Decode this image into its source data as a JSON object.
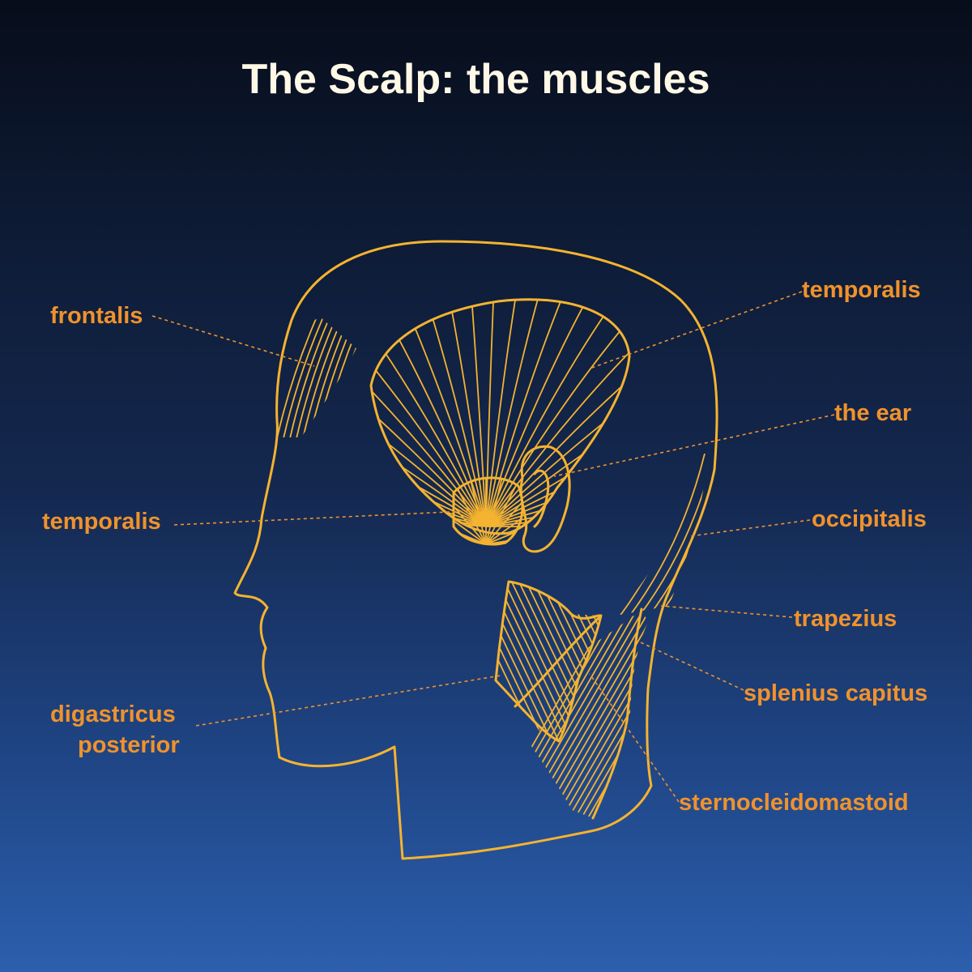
{
  "title": "The Scalp: the muscles",
  "labels": {
    "frontalis": "frontalis",
    "temporalis_upper": "temporalis",
    "the_ear": "the ear",
    "temporalis_lower": "temporalis",
    "occipitalis": "occipitalis",
    "trapezius": "trapezius",
    "splenius_capitus": "splenius capitus",
    "digastricus_line1": "digastricus",
    "digastricus_line2": "posterior",
    "sternocleidomastoid": "sternocleidomastoid"
  },
  "colors": {
    "outline": "#f4b330",
    "label": "#f0922c",
    "title": "#fff8e6",
    "head_fill": "#1e2c86",
    "background_top": "#070d1a",
    "background_bottom": "#2c5fae"
  }
}
